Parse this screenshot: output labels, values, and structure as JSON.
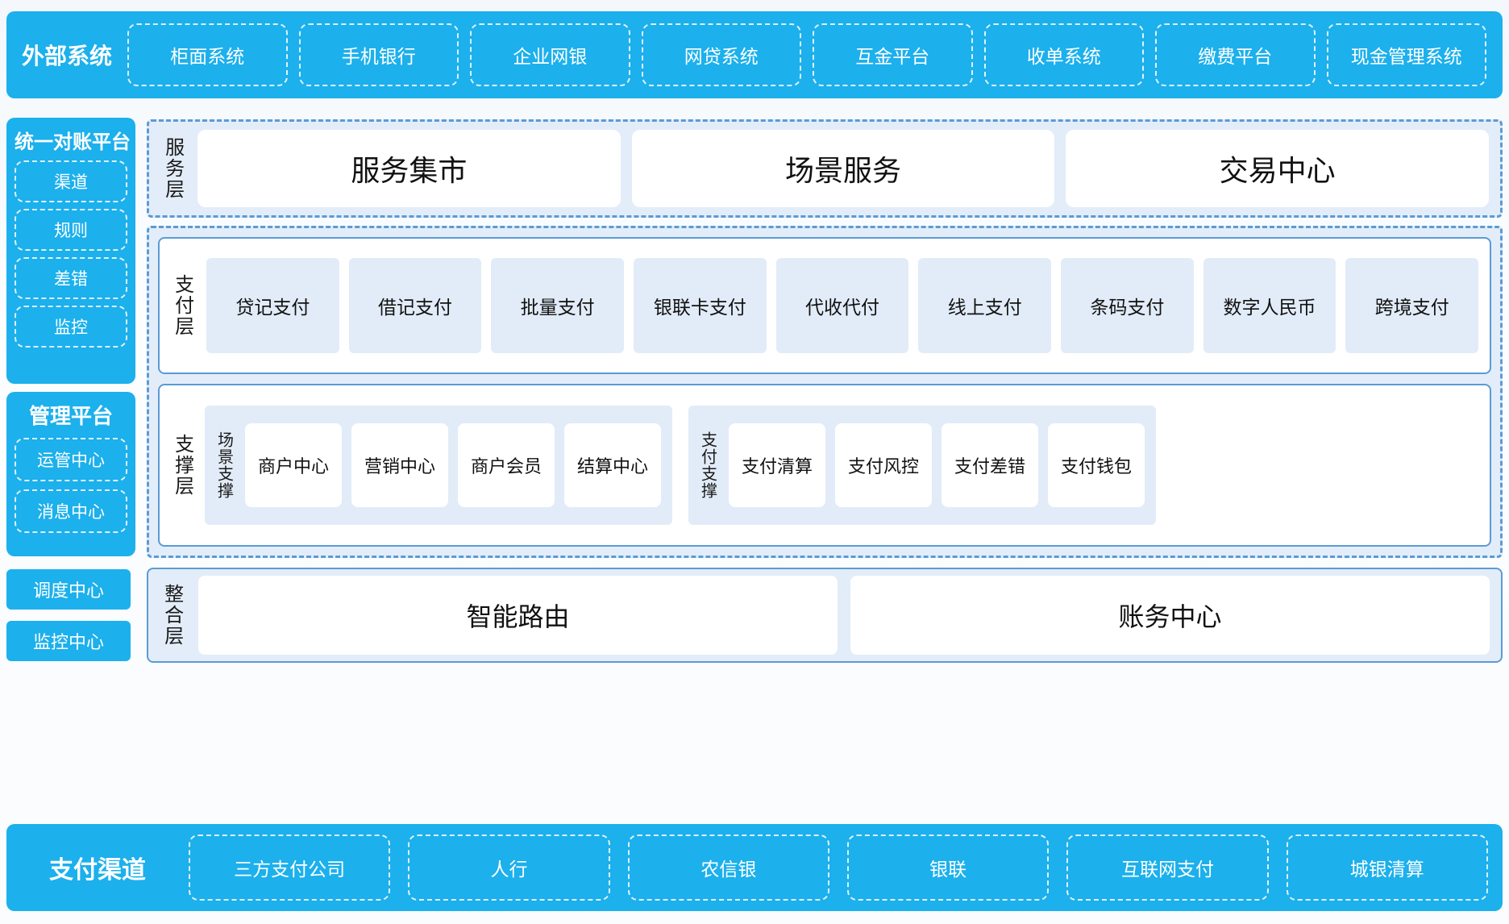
{
  "external": {
    "title": "外部系统",
    "items": [
      "柜面系统",
      "手机银行",
      "企业网银",
      "网贷系统",
      "互金平台",
      "收单系统",
      "缴费平台",
      "现金管理系统"
    ]
  },
  "left": {
    "recon": {
      "title": "统一对账平台",
      "items": [
        "渠道",
        "规则",
        "差错",
        "监控"
      ]
    },
    "mgmt": {
      "title": "管理平台",
      "items": [
        "运管中心",
        "消息中心"
      ]
    },
    "buttons": [
      "调度中心",
      "监控中心"
    ]
  },
  "service_layer": {
    "label": "服务层",
    "cards": [
      "服务集市",
      "场景服务",
      "交易中心"
    ]
  },
  "pay_layer": {
    "label": "支付层",
    "cards": [
      "贷记支付",
      "借记支付",
      "批量支付",
      "银联卡支付",
      "代收代付",
      "线上支付",
      "条码支付",
      "数字人民币",
      "跨境支付"
    ]
  },
  "support_layer": {
    "label": "支撑层",
    "groups": [
      {
        "label": "场景支撑",
        "cards": [
          "商户中心",
          "营销中心",
          "商户会员",
          "结算中心"
        ]
      },
      {
        "label": "支付支撑",
        "cards": [
          "支付清算",
          "支付风控",
          "支付差错",
          "支付钱包"
        ]
      }
    ]
  },
  "integration_layer": {
    "label": "整合层",
    "cards": [
      "智能路由",
      "账务中心"
    ]
  },
  "channels": {
    "title": "支付渠道",
    "items": [
      "三方支付公司",
      "人行",
      "农信银",
      "银联",
      "互联网支付",
      "城银清算"
    ]
  },
  "colors": {
    "brand_blue": "#1cb0ec",
    "panel_border": "#5b9bd5",
    "panel_fill": "#e3edf9",
    "card_fill": "#e2ecf8"
  }
}
